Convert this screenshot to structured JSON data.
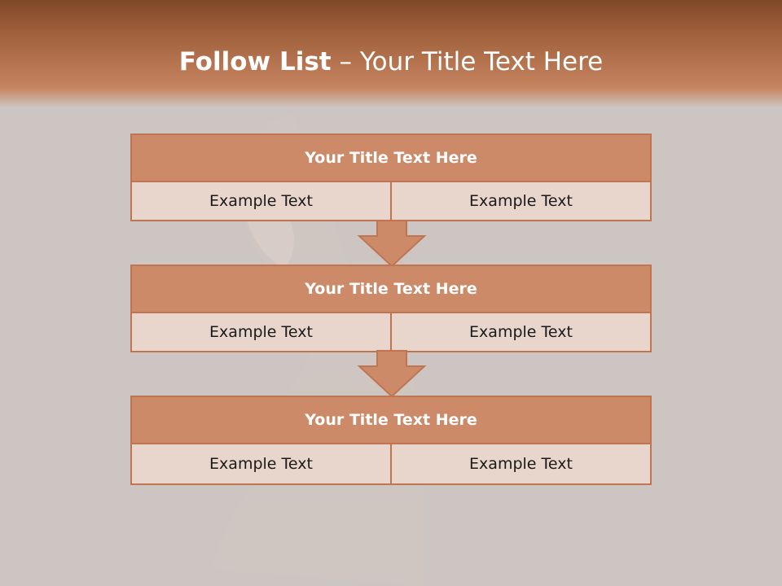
{
  "title": {
    "bold": "Follow List",
    "rest": " – Your Title Text Here"
  },
  "blocks": [
    {
      "heading": "Your Title Text Here",
      "cells": [
        "Example Text",
        "Example Text"
      ]
    },
    {
      "heading": "Your Title Text Here",
      "cells": [
        "Example Text",
        "Example Text"
      ]
    },
    {
      "heading": "Your Title Text Here",
      "cells": [
        "Example Text",
        "Example Text"
      ]
    }
  ],
  "colors": {
    "header_band": "#a0603c",
    "block_heading": "#cc8a69",
    "block_body": "#e8d6cd",
    "border": "#c07552",
    "background": "#cdc5c1"
  },
  "icons": [
    "down-arrow-icon",
    "down-arrow-icon"
  ]
}
